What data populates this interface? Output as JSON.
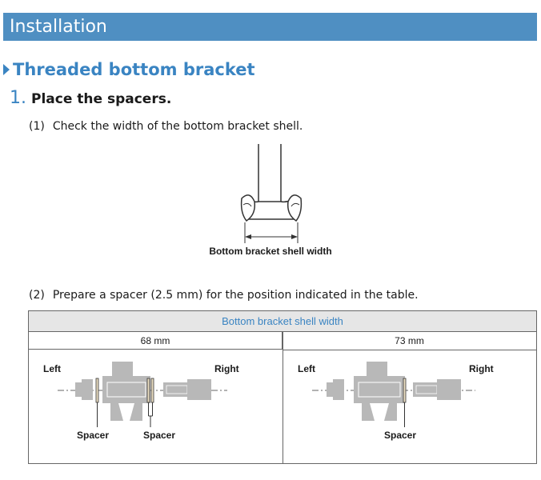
{
  "header": {
    "title": "Installation"
  },
  "section": {
    "title": "Threaded bottom bracket"
  },
  "step": {
    "number": "1.",
    "title": "Place the spacers."
  },
  "instructions": [
    {
      "number": "(1)",
      "text": "Check the width of the bottom bracket shell."
    },
    {
      "number": "(2)",
      "text": "Prepare a spacer (2.5 mm) for the position indicated in the table."
    }
  ],
  "figure1": {
    "label": "Bottom bracket shell width"
  },
  "table": {
    "header": "Bottom bracket shell width",
    "columns": [
      {
        "width": "68 mm",
        "left": "Left",
        "right": "Right",
        "spacer_labels": [
          "Spacer",
          "Spacer"
        ]
      },
      {
        "width": "73 mm",
        "left": "Left",
        "right": "Right",
        "spacer_labels": [
          "Spacer"
        ]
      }
    ]
  },
  "colors": {
    "accent": "#3a84c2",
    "banner": "#4f8fc2",
    "part_gray": "#b8b8b8"
  }
}
